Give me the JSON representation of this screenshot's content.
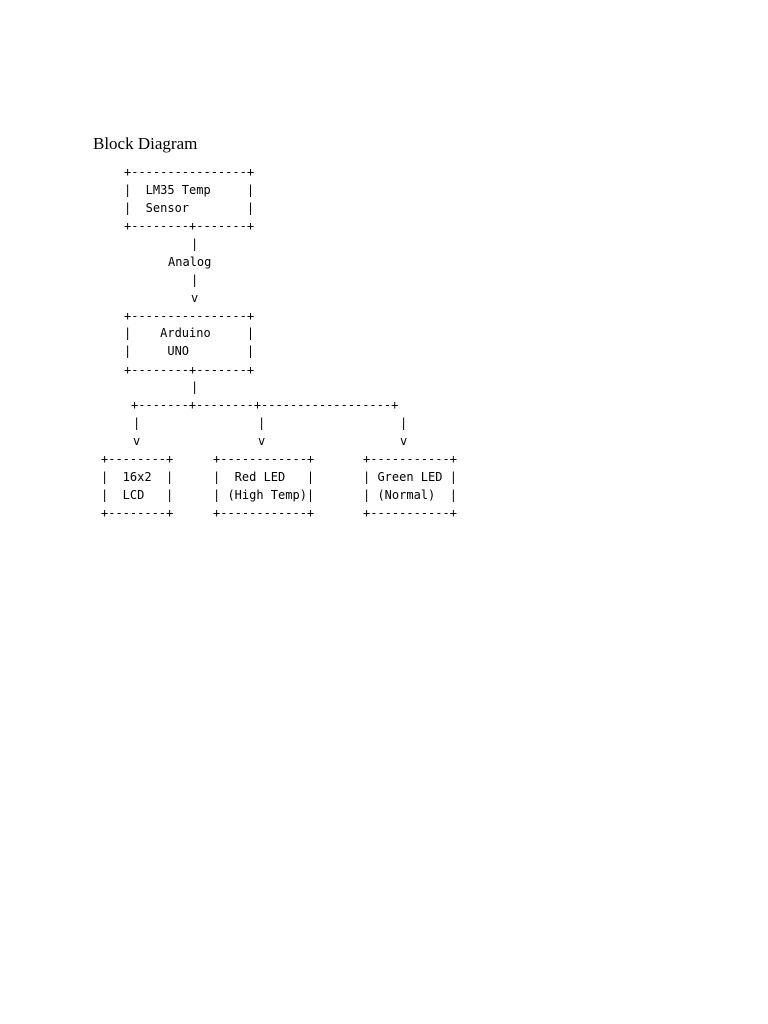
{
  "document": {
    "heading": "Block Diagram",
    "diagram": {
      "sensor_block": {
        "border_top": "+----------------+",
        "row_1": "|  LM35 Temp     |",
        "row_2": "|  Sensor        |",
        "border_bottom": "+--------+-------+"
      },
      "connector_sensor_arduino": {
        "pipe_top": "|",
        "label": "Analog",
        "pipe_bottom": "|",
        "arrow": "v"
      },
      "arduino_block": {
        "border_top": "+----------------+",
        "row_1": "|    Arduino     |",
        "row_2": "|     UNO        |",
        "border_bottom": "+--------+-------+"
      },
      "splitter": {
        "pipe": "|",
        "branch_line": "+-------+--------+------------------+",
        "branch_pipes": [
          "|",
          "|",
          "|"
        ],
        "branch_arrows": [
          "v",
          "v",
          "v"
        ]
      },
      "output_blocks": [
        {
          "border_top": "+--------+",
          "row_1": "|  16x2  |",
          "row_2": "|  LCD   |",
          "border_bottom": "+--------+"
        },
        {
          "border_top": "+------------+",
          "row_1": "|  Red LED   |",
          "row_2": "| (High Temp)|",
          "border_bottom": "+------------+"
        },
        {
          "border_top": "+-----------+",
          "row_1": "| Green LED |",
          "row_2": "| (Normal)  |",
          "border_bottom": "+-----------+"
        }
      ]
    }
  }
}
